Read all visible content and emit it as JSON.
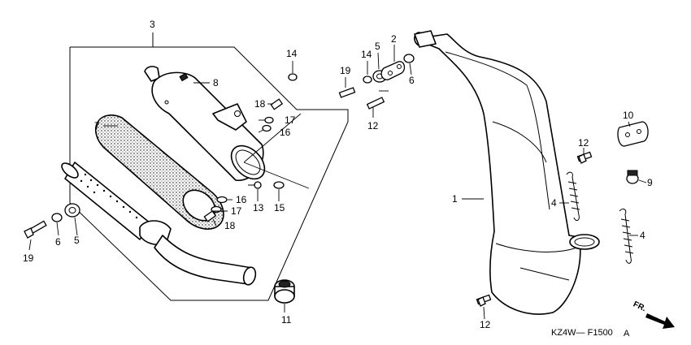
{
  "diagram": {
    "code": "KZ4W— F1500",
    "revision": "A",
    "direction_label": "FR.",
    "callouts": {
      "c3": "3",
      "c8": "8",
      "c7": "7",
      "c14a": "14",
      "c18a": "18",
      "c17a": "17",
      "c16a": "16",
      "c16b": "16",
      "c17b": "17",
      "c18b": "18",
      "c13": "13",
      "c15": "15",
      "c6a": "6",
      "c5a": "5",
      "c19a": "19",
      "c11": "11",
      "c19b": "19",
      "c14b": "14",
      "c5b": "5",
      "c2": "2",
      "c6b": "6",
      "c12a": "12",
      "c1": "1",
      "c12b": "12",
      "c10": "10",
      "c9": "9",
      "c4a": "4",
      "c4b": "4",
      "c12c": "12"
    }
  }
}
